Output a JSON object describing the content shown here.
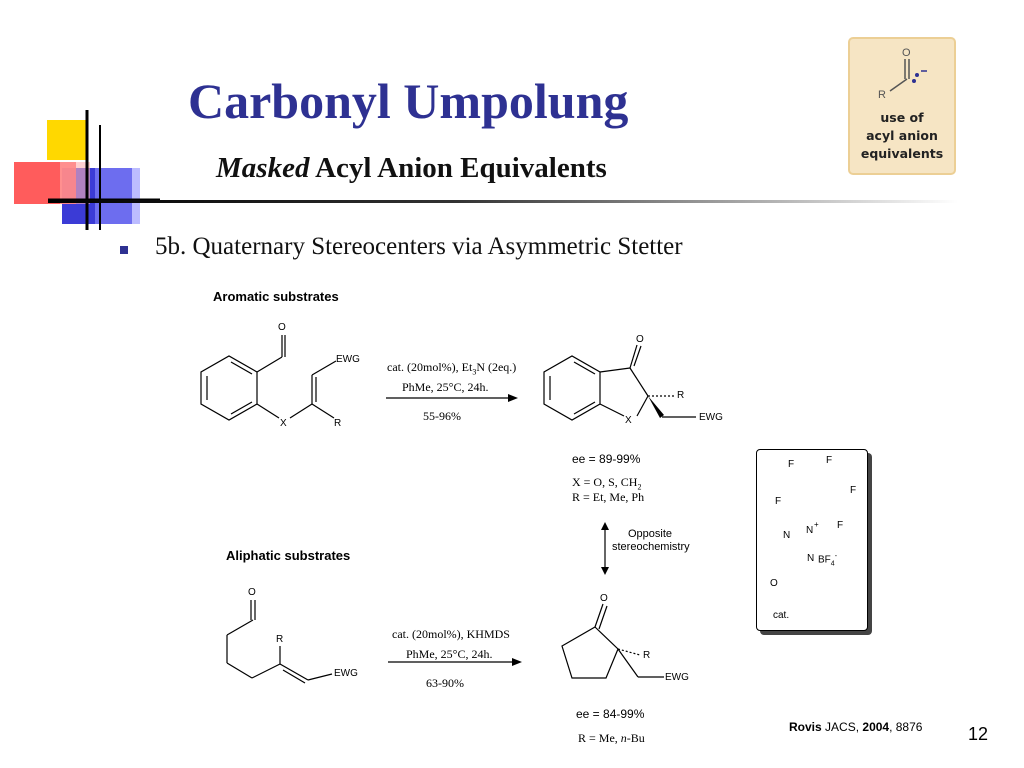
{
  "slide": {
    "title": "Carbonyl Umpolung",
    "subtitle_italic": "Masked",
    "subtitle_rest": "Acyl Anion Equivalents",
    "bullet": "5b. Quaternary Stereocenters via Asymmetric Stetter",
    "page_number": "12"
  },
  "badge": {
    "line1": "use of",
    "line2": "acyl anion",
    "line3": "equivalents",
    "atom_o": "O",
    "atom_r": "R"
  },
  "aromatic": {
    "label": "Aromatic substrates",
    "cond1": "cat. (20mol%), Et",
    "cond1_sub": "3",
    "cond1_rest": "N (2eq.)",
    "cond2": "PhMe, 25°C, 24h.",
    "yield": "55-96%",
    "ee": "ee = 89-99%",
    "x_def": "X = O, S, CH",
    "x_def_sub": "2",
    "r_def": "R = Et, Me, Ph",
    "atoms": {
      "o": "O",
      "ewg": "EWG",
      "x": "X",
      "r": "R"
    }
  },
  "opposite": {
    "line1": "Opposite",
    "line2": "stereochemistry"
  },
  "aliphatic": {
    "label": "Aliphatic substrates",
    "cond1": "cat. (20mol%), KHMDS",
    "cond2": "PhMe, 25°C, 24h.",
    "yield": "63-90%",
    "ee": "ee = 84-99%",
    "r_def_pre": "R = Me, ",
    "r_def_italic": "n",
    "r_def_post": "-Bu",
    "atoms": {
      "o": "O",
      "ewg": "EWG",
      "r": "R"
    }
  },
  "catalyst": {
    "label": "cat.",
    "f": "F",
    "n": "N",
    "o": "O",
    "counterion": "BF",
    "counterion_sub": "4",
    "charge_plus": "+",
    "charge_minus": "-"
  },
  "citation": {
    "author": "Rovis",
    "journal": "JACS,",
    "year": "2004",
    "pages": ", 8876"
  }
}
